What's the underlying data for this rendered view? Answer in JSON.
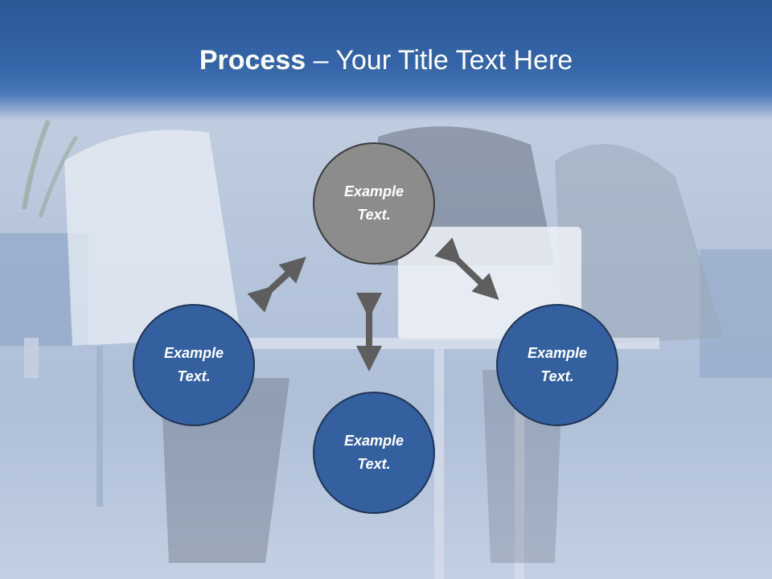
{
  "title": {
    "bold": "Process",
    "rest": " – Your Title Text Here"
  },
  "nodes": {
    "top": "Example Text.",
    "left": "Example Text.",
    "right": "Example Text.",
    "bottom": "Example Text."
  },
  "colors": {
    "header": "#2c5797",
    "circle_blue": "#34609f",
    "circle_gray": "#8c8c8c",
    "arrow": "#5e5e5e"
  }
}
